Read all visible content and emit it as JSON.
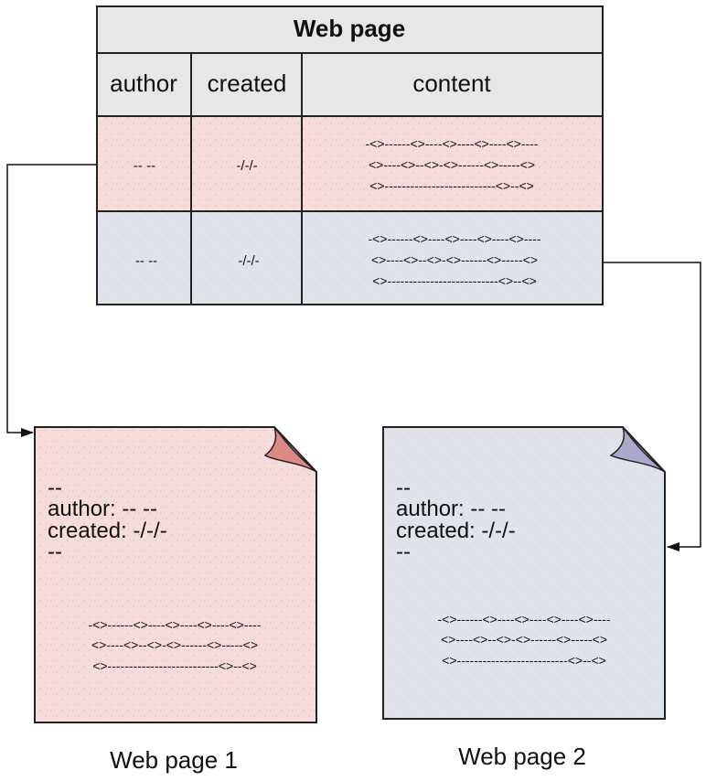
{
  "table": {
    "title": "Web page",
    "columns": [
      "author",
      "created",
      "content"
    ],
    "rows": [
      {
        "author": "-- --",
        "created": "-/-/-",
        "content": [
          "-<>------<>----<>----<>----<>----",
          "<>----<>--<>-<>------<>-----<>",
          "<>--------------------------<>--<>"
        ]
      },
      {
        "author": "-- --",
        "created": "-/-/-",
        "content": [
          "-<>------<>----<>----<>----<>----",
          "<>----<>--<>-<>------<>-----<>",
          "<>--------------------------<>--<>"
        ]
      }
    ]
  },
  "pages": [
    {
      "caption": "Web page 1",
      "header_lines": [
        "--",
        "author: -- --",
        "created: -/-/-",
        "--"
      ],
      "content_lines": [
        "-<>------<>----<>----<>----<>----",
        "<>----<>--<>-<>------<>-----<>",
        "<>--------------------------<>--<>"
      ]
    },
    {
      "caption": "Web page 2",
      "header_lines": [
        "--",
        "author: -- --",
        "created: -/-/-",
        "--"
      ],
      "content_lines": [
        "-<>------<>----<>----<>----<>----",
        "<>----<>--<>-<>------<>-----<>",
        "<>--------------------------<>--<>"
      ]
    }
  ],
  "colors": {
    "header_fill": "#e6e7e6",
    "row1_fill": "#f6dcdb",
    "row2_fill": "#dfe3ea",
    "page1_fill": "#f6dcdb",
    "page2_fill": "#dfe3ea",
    "page1_fold": "#dd8a85",
    "page2_fold": "#a9aacb",
    "stroke": "#222222"
  }
}
